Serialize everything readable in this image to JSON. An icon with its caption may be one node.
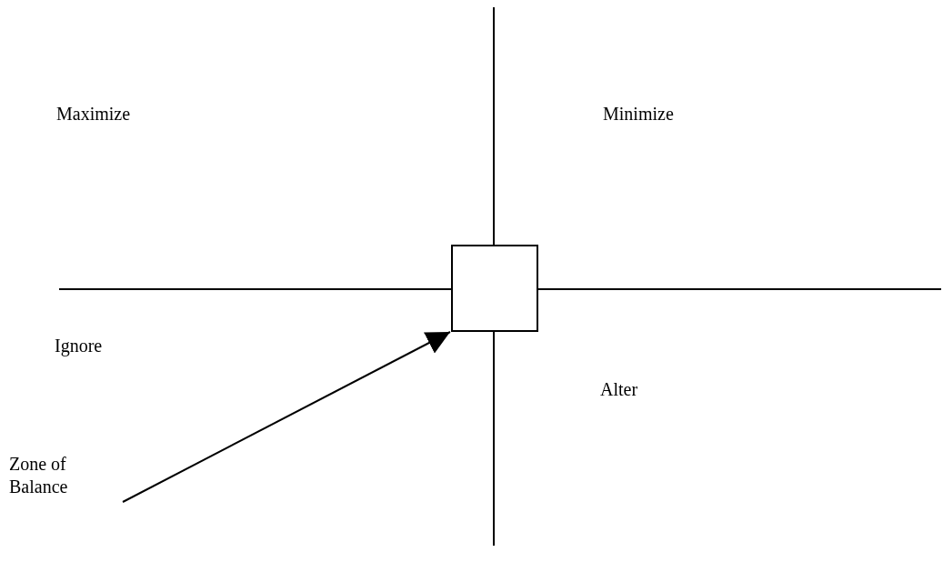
{
  "diagram": {
    "nodes": [
      {
        "text": [],
        "shape": "box"
      },
      {
        "text": [
          "Zone of Balance"
        ]
      }
    ],
    "edges": [
      {
        "from": 1,
        "to": 0,
        "arrow": "to"
      }
    ],
    "labels": [
      "Maximize",
      "Minimize",
      "Ignore",
      "Alter"
    ]
  }
}
